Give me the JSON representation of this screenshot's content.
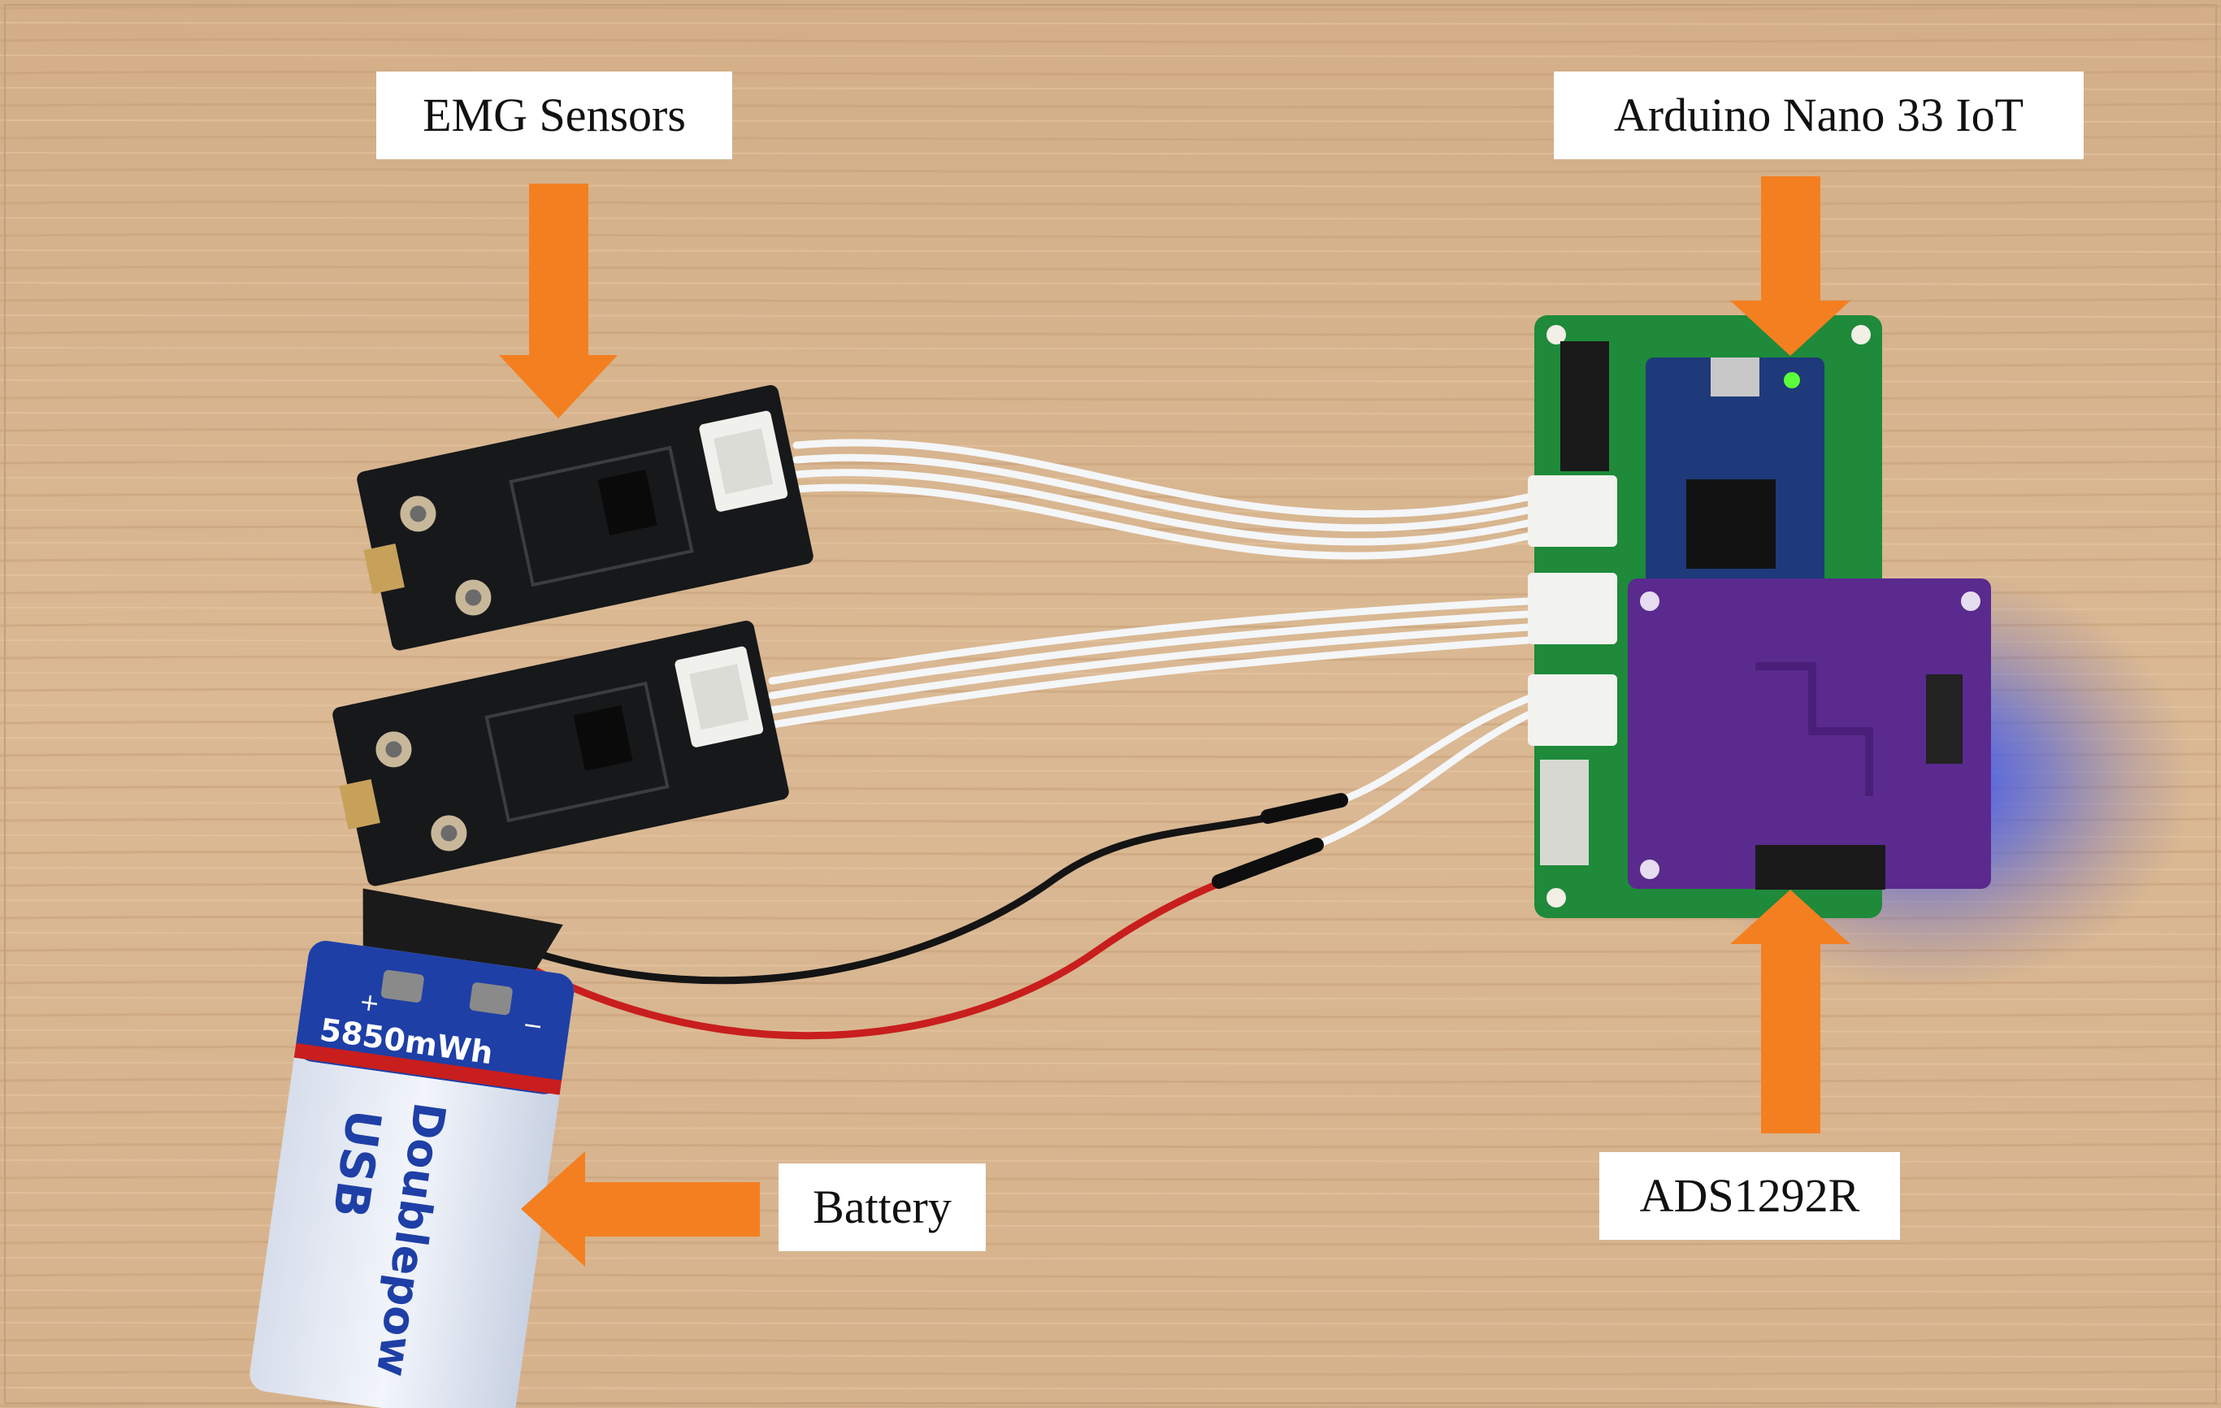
{
  "labels": {
    "emg_sensors": "EMG Sensors",
    "arduino": "Arduino Nano 33 IoT",
    "battery": "Battery",
    "ads": "ADS1292R"
  },
  "battery_print": {
    "capacity": "5850mWh",
    "brand": "Doublepow",
    "type": "USB",
    "plus": "+",
    "minus": "−"
  },
  "colors": {
    "arrow": "#F47F20",
    "table": "#D9B58E",
    "sensor_pcb": "#16181A",
    "carrier_pcb": "#1E8A3A",
    "ads_pcb": "#5A2A8E",
    "arduino_pcb": "#1F3A7A",
    "battery_body": "#E6ECF5",
    "battery_band": "#1E3FA6",
    "wire_red": "#C81E1E",
    "wire_black": "#141414",
    "led_blue": "#2E4BFF"
  }
}
